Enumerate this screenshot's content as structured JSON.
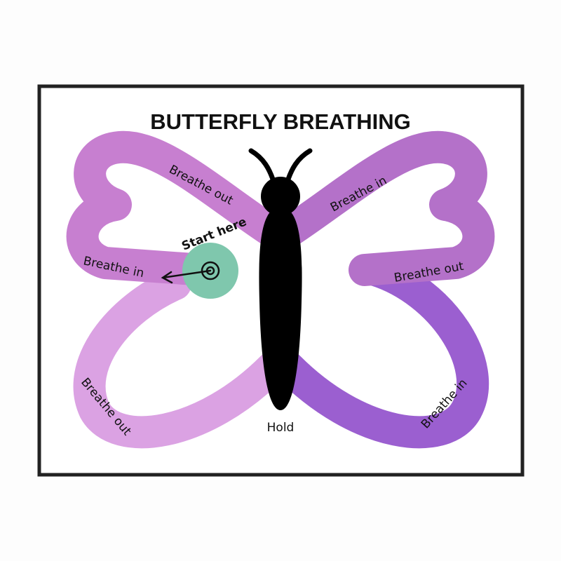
{
  "title": "BUTTERFLY BREATHING",
  "labels": {
    "upper_left": "Breathe out",
    "upper_right": "Breathe in",
    "left_in": "Breathe in",
    "right_out": "Breathe out",
    "lower_left": "Breathe out",
    "lower_right": "Breathe in",
    "hold": "Hold",
    "start": "Start here"
  },
  "colors": {
    "upper_left_wing": "#c77fd0",
    "upper_right_wing": "#b471c9",
    "lower_left_wing": "#dba2e3",
    "lower_right_wing": "#9b5fd0",
    "start_circle": "#7fc7ad",
    "body": "#000000"
  }
}
